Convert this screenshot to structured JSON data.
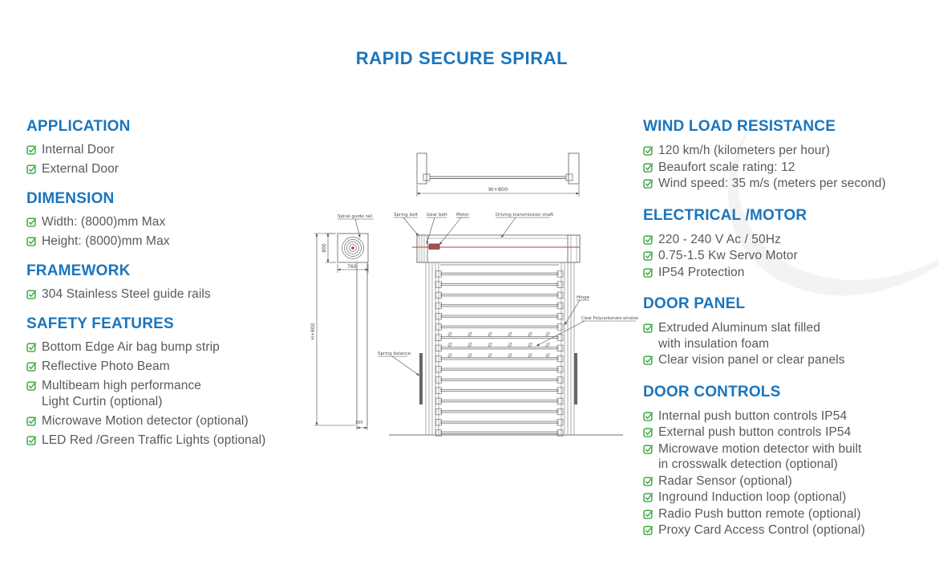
{
  "title": "RAPID SECURE SPIRAL",
  "colors": {
    "heading_blue": "#1b75bc",
    "body_text": "#58595b",
    "check_green": "#4cae4f",
    "drawing_line": "#6e6e6e",
    "drawing_red": "#c23b3b"
  },
  "left_sections": [
    {
      "heading": "APPLICATION",
      "items": [
        "Internal Door",
        "External Door"
      ]
    },
    {
      "heading": "DIMENSION",
      "items": [
        "Width: (8000)mm Max",
        "Height: (8000)mm Max"
      ]
    },
    {
      "heading": "FRAMEWORK",
      "items": [
        "304 Stainless Steel guide rails"
      ]
    },
    {
      "heading": "SAFETY FEATURES",
      "items": [
        "Bottom Edge Air bag bump strip",
        "Reflective Photo Beam",
        "Multibeam high performance\nLight Curtin (optional)",
        "Microwave Motion detector (optional)",
        "LED Red /Green Traffic Lights (optional)"
      ]
    }
  ],
  "right_sections": [
    {
      "heading": "WIND LOAD RESISTANCE",
      "items": [
        "120 km/h (kilometers per hour)",
        "Beaufort scale rating: 12",
        "Wind speed: 35 m/s (meters per second)"
      ]
    },
    {
      "heading": "ELECTRICAL /MOTOR",
      "items": [
        "220 - 240 V Ac / 50Hz",
        "0.75-1.5 Kw Servo Motor",
        "IP54 Protection"
      ]
    },
    {
      "heading": "DOOR PANEL",
      "items": [
        "Extruded Aluminum slat filled\nwith insulation foam",
        "Clear vision panel or clear panels"
      ]
    },
    {
      "heading": "DOOR CONTROLS",
      "items": [
        "Internal push button controls IP54",
        "External push button controls IP54",
        "Microwave motion detector with built\nin crosswalk detection (optional)",
        "Radar Sensor (optional)",
        "Inground Induction loop (optional)",
        "Radio Push button remote (optional)",
        "Proxy Card Access Control (optional)"
      ]
    }
  ],
  "diagram": {
    "labels": {
      "spiral_guide_rail": "Spiral guide rail",
      "spring_belt": "Spring belt",
      "gear_belt": "Gear belt",
      "motor": "Motor",
      "driving_transmission_shaft": "Driving transmission shaft",
      "hinge": "Hinge",
      "clear_polycarbonate_window": "Clear Polycarbonate window",
      "spring_balance": "Spring balance"
    },
    "dimensions": {
      "overall_width": "W+800",
      "headbox_height": "800",
      "headbox_depth": "760",
      "overall_height": "H+800",
      "rail_width": "300"
    }
  }
}
